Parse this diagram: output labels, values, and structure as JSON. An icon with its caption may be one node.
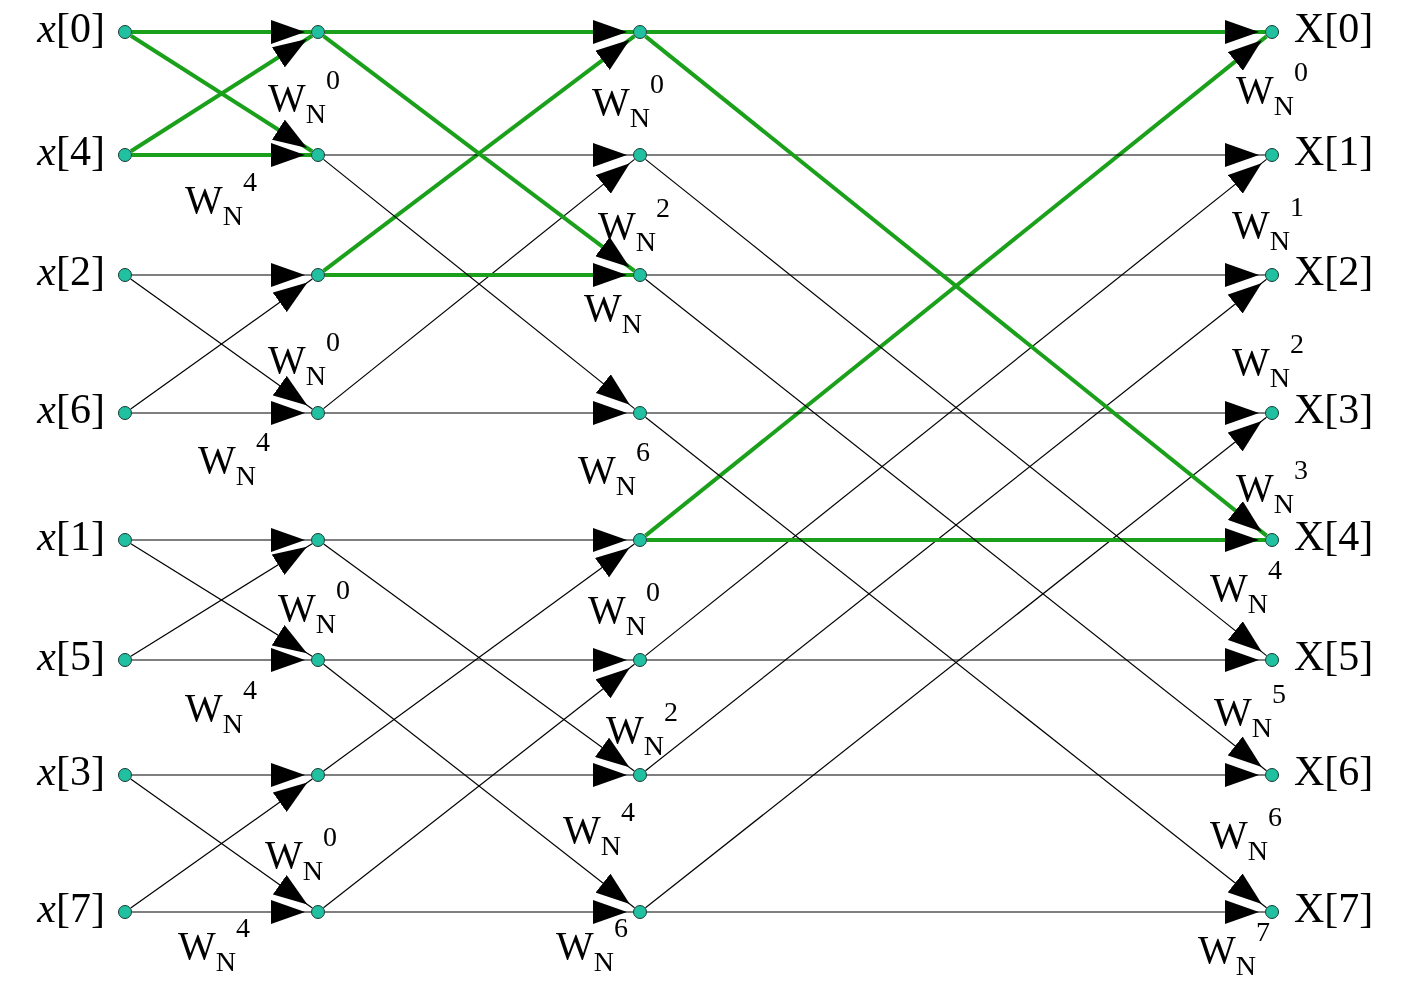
{
  "diagram": {
    "nodes": [
      {
        "text": [],
        "shape": "circle",
        "beside": [
          "*x*[0]"
        ]
      },
      {
        "text": [],
        "shape": "circle",
        "beside": [
          "*x*[4]"
        ]
      },
      {
        "text": [],
        "shape": "circle",
        "beside": [
          "*x*[2]"
        ]
      },
      {
        "text": [],
        "shape": "circle",
        "beside": [
          "*x*[6]"
        ]
      },
      {
        "text": [],
        "shape": "circle",
        "beside": [
          "*x*[1]"
        ]
      },
      {
        "text": [],
        "shape": "circle",
        "beside": [
          "*x*[5]"
        ]
      },
      {
        "text": [],
        "shape": "circle",
        "beside": [
          "*x*[3]"
        ]
      },
      {
        "text": [],
        "shape": "circle",
        "beside": [
          "*x*[7]"
        ]
      },
      {
        "text": [],
        "shape": "circle"
      },
      {
        "text": [],
        "shape": "circle"
      },
      {
        "text": [],
        "shape": "circle"
      },
      {
        "text": [],
        "shape": "circle"
      },
      {
        "text": [],
        "shape": "circle"
      },
      {
        "text": [],
        "shape": "circle"
      },
      {
        "text": [],
        "shape": "circle"
      },
      {
        "text": [],
        "shape": "circle"
      },
      {
        "text": [],
        "shape": "circle"
      },
      {
        "text": [],
        "shape": "circle"
      },
      {
        "text": [],
        "shape": "circle"
      },
      {
        "text": [],
        "shape": "circle"
      },
      {
        "text": [],
        "shape": "circle"
      },
      {
        "text": [],
        "shape": "circle"
      },
      {
        "text": [],
        "shape": "circle"
      },
      {
        "text": [],
        "shape": "circle"
      },
      {
        "text": [],
        "shape": "circle",
        "beside": [
          "X[0]"
        ]
      },
      {
        "text": [],
        "shape": "circle",
        "beside": [
          "X[1]"
        ]
      },
      {
        "text": [],
        "shape": "circle",
        "beside": [
          "X[2]"
        ]
      },
      {
        "text": [],
        "shape": "circle",
        "beside": [
          "X[3]"
        ]
      },
      {
        "text": [],
        "shape": "circle",
        "beside": [
          "X[4]"
        ]
      },
      {
        "text": [],
        "shape": "circle",
        "beside": [
          "X[5]"
        ]
      },
      {
        "text": [],
        "shape": "circle",
        "beside": [
          "X[6]"
        ]
      },
      {
        "text": [],
        "shape": "circle",
        "beside": [
          "X[7]"
        ]
      }
    ],
    "edges": [
      {
        "from": 0,
        "to": 8,
        "arrow": "to",
        "style": "thick",
        "color": "#1aa01a"
      },
      {
        "from": 1,
        "to": 8,
        "arrow": "to",
        "style": "thick",
        "color": "#1aa01a"
      },
      {
        "from": 1,
        "to": 9,
        "arrow": "to",
        "style": "thick",
        "color": "#1aa01a"
      },
      {
        "from": 0,
        "to": 9,
        "arrow": "to",
        "style": "thick",
        "color": "#1aa01a"
      },
      {
        "from": 2,
        "to": 10,
        "arrow": "to"
      },
      {
        "from": 3,
        "to": 10,
        "arrow": "to"
      },
      {
        "from": 3,
        "to": 11,
        "arrow": "to"
      },
      {
        "from": 2,
        "to": 11,
        "arrow": "to"
      },
      {
        "from": 4,
        "to": 12,
        "arrow": "to"
      },
      {
        "from": 5,
        "to": 12,
        "arrow": "to"
      },
      {
        "from": 5,
        "to": 13,
        "arrow": "to"
      },
      {
        "from": 4,
        "to": 13,
        "arrow": "to"
      },
      {
        "from": 6,
        "to": 14,
        "arrow": "to"
      },
      {
        "from": 7,
        "to": 14,
        "arrow": "to"
      },
      {
        "from": 7,
        "to": 15,
        "arrow": "to"
      },
      {
        "from": 6,
        "to": 15,
        "arrow": "to"
      },
      {
        "from": 8,
        "to": 16,
        "arrow": "to",
        "style": "thick",
        "color": "#1aa01a"
      },
      {
        "from": 10,
        "to": 16,
        "arrow": "to",
        "style": "thick",
        "color": "#1aa01a"
      },
      {
        "from": 9,
        "to": 17,
        "arrow": "to"
      },
      {
        "from": 11,
        "to": 17,
        "arrow": "to"
      },
      {
        "from": 10,
        "to": 18,
        "arrow": "to",
        "style": "thick",
        "color": "#1aa01a"
      },
      {
        "from": 8,
        "to": 18,
        "arrow": "to",
        "style": "thick",
        "color": "#1aa01a"
      },
      {
        "from": 11,
        "to": 19,
        "arrow": "to"
      },
      {
        "from": 9,
        "to": 19,
        "arrow": "to"
      },
      {
        "from": 12,
        "to": 20,
        "arrow": "to"
      },
      {
        "from": 14,
        "to": 20,
        "arrow": "to"
      },
      {
        "from": 13,
        "to": 21,
        "arrow": "to"
      },
      {
        "from": 15,
        "to": 21,
        "arrow": "to"
      },
      {
        "from": 14,
        "to": 22,
        "arrow": "to"
      },
      {
        "from": 12,
        "to": 22,
        "arrow": "to"
      },
      {
        "from": 15,
        "to": 23,
        "arrow": "to"
      },
      {
        "from": 13,
        "to": 23,
        "arrow": "to"
      },
      {
        "from": 16,
        "to": 24,
        "arrow": "to",
        "style": "thick",
        "color": "#1aa01a"
      },
      {
        "from": 20,
        "to": 24,
        "arrow": "to",
        "style": "thick",
        "color": "#1aa01a"
      },
      {
        "from": 17,
        "to": 25,
        "arrow": "to"
      },
      {
        "from": 21,
        "to": 25,
        "arrow": "to"
      },
      {
        "from": 18,
        "to": 26,
        "arrow": "to"
      },
      {
        "from": 22,
        "to": 26,
        "arrow": "to"
      },
      {
        "from": 19,
        "to": 27,
        "arrow": "to"
      },
      {
        "from": 23,
        "to": 27,
        "arrow": "to"
      },
      {
        "from": 20,
        "to": 28,
        "arrow": "to",
        "style": "thick",
        "color": "#1aa01a"
      },
      {
        "from": 16,
        "to": 28,
        "arrow": "to",
        "style": "thick",
        "color": "#1aa01a"
      },
      {
        "from": 21,
        "to": 29,
        "arrow": "to"
      },
      {
        "from": 17,
        "to": 29,
        "arrow": "to"
      },
      {
        "from": 22,
        "to": 30,
        "arrow": "to"
      },
      {
        "from": 18,
        "to": 30,
        "arrow": "to"
      },
      {
        "from": 23,
        "to": 31,
        "arrow": "to"
      },
      {
        "from": 19,
        "to": 31,
        "arrow": "to"
      }
    ],
    "labels": [
      "W$_{N}$$^{0}$",
      "W$_{N}$$^{4}$",
      "W$_{N}$$^{0}$",
      "W$_{N}$$^{4}$",
      "W$_{N}$$^{0}$",
      "W$_{N}$$^{4}$",
      "W$_{N}$$^{0}$",
      "W$_{N}$$^{4}$",
      "W$_{N}$$^{0}$",
      "W$_{N}$$^{2}$",
      "W$_{N}$",
      "W$_{N}$$^{6}$",
      "W$_{N}$$^{0}$",
      "W$_{N}$$^{2}$",
      "W$_{N}$$^{4}$",
      "W$_{N}$$^{6}$",
      "W$_{N}$$^{0}$",
      "W$_{N}$$^{1}$",
      "W$_{N}$$^{2}$",
      "W$_{N}$$^{3}$",
      "W$_{N}$$^{4}$",
      "W$_{N}$$^{5}$",
      "W$_{N}$$^{6}$",
      "W$_{N}$$^{7}$"
    ]
  }
}
